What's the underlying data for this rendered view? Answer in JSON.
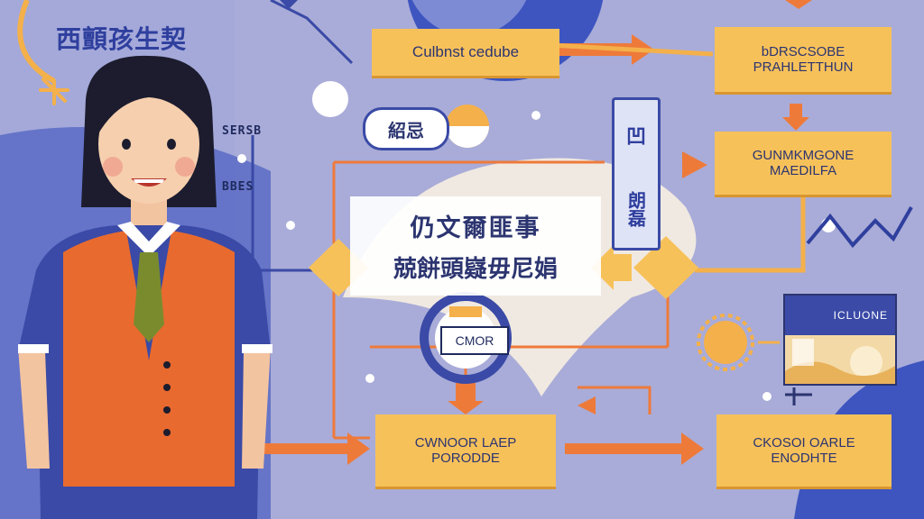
{
  "header": {
    "title": "西顫孩生契"
  },
  "boxes": {
    "top_center": {
      "line1": "Culbnst cedube"
    },
    "top_right": {
      "line1": "bDRSCSOBE",
      "line2": "PRAHLETTHUN"
    },
    "mid_right": {
      "line1": "GUNMKMGONE",
      "line2": "MAEDILFA"
    },
    "bottom_center": {
      "line1": "CWNOOR LAEP",
      "line2": "PORODDE"
    },
    "bottom_right": {
      "line1": "CKOSOI OARLE",
      "line2": "ENODHTE"
    }
  },
  "pill": {
    "label": "紹忌"
  },
  "central": {
    "line1": "仍文爾匪事",
    "line2": "兢餅頭嶷毋尼娟"
  },
  "vertical_label": {
    "top": "凹",
    "bottom": "朗磊"
  },
  "side_labels": {
    "label1": "SERSB",
    "label2": "BBES"
  },
  "gauge": {
    "label": "CMOR"
  },
  "card": {
    "label": "ICLUONE"
  },
  "colors": {
    "background": "#a9acd8",
    "box": "#f7c15a",
    "arrow": "#ee7a3a",
    "navy": "#2f3f9e"
  }
}
